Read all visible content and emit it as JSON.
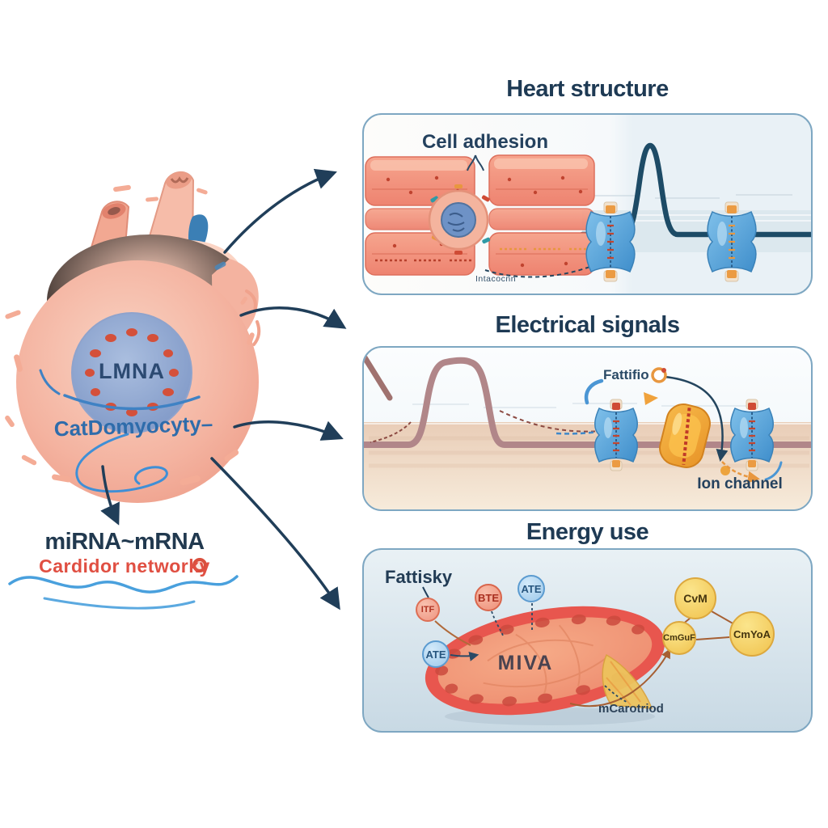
{
  "left_figure": {
    "nucleus_label": "LMNA",
    "cell_label": "CatDomyocyty–",
    "mirna_label": "miRNA~mRNA",
    "network_label": "Cardidor networky"
  },
  "panels": [
    {
      "title": "Heart structure",
      "labels": {
        "main": "Cell adhesion",
        "caption": "Intacocnn"
      }
    },
    {
      "title": "Electrical signals",
      "labels": {
        "main": "Fattifio",
        "caption": "Ion channel"
      }
    },
    {
      "title": "Energy use",
      "labels": {
        "main": "Fattisky",
        "mito": "MIVA",
        "caption": "mCarotriod"
      },
      "badges": [
        {
          "text": "ITF",
          "type": "red-small"
        },
        {
          "text": "BTE",
          "type": "red"
        },
        {
          "text": "ATE",
          "type": "blue"
        },
        {
          "text": "ATE",
          "type": "blue"
        }
      ],
      "energy_nodes": [
        {
          "text": "CvM"
        },
        {
          "text": "CmGuF"
        },
        {
          "text": "CmYoA"
        }
      ]
    }
  ],
  "colors": {
    "title_navy": "#1e3a54",
    "arrow_navy": "#203e59",
    "panel_border": "#7ea7c2",
    "accent_red": "#e04f42",
    "label_blue": "#2e6cab",
    "channel_blue": "#4f9ad8",
    "channel_orange": "#f0a23c",
    "node_yellow": "#f5d05e",
    "waveform_navy": "#1d4b66",
    "waveform_mauve": "#b18689"
  }
}
